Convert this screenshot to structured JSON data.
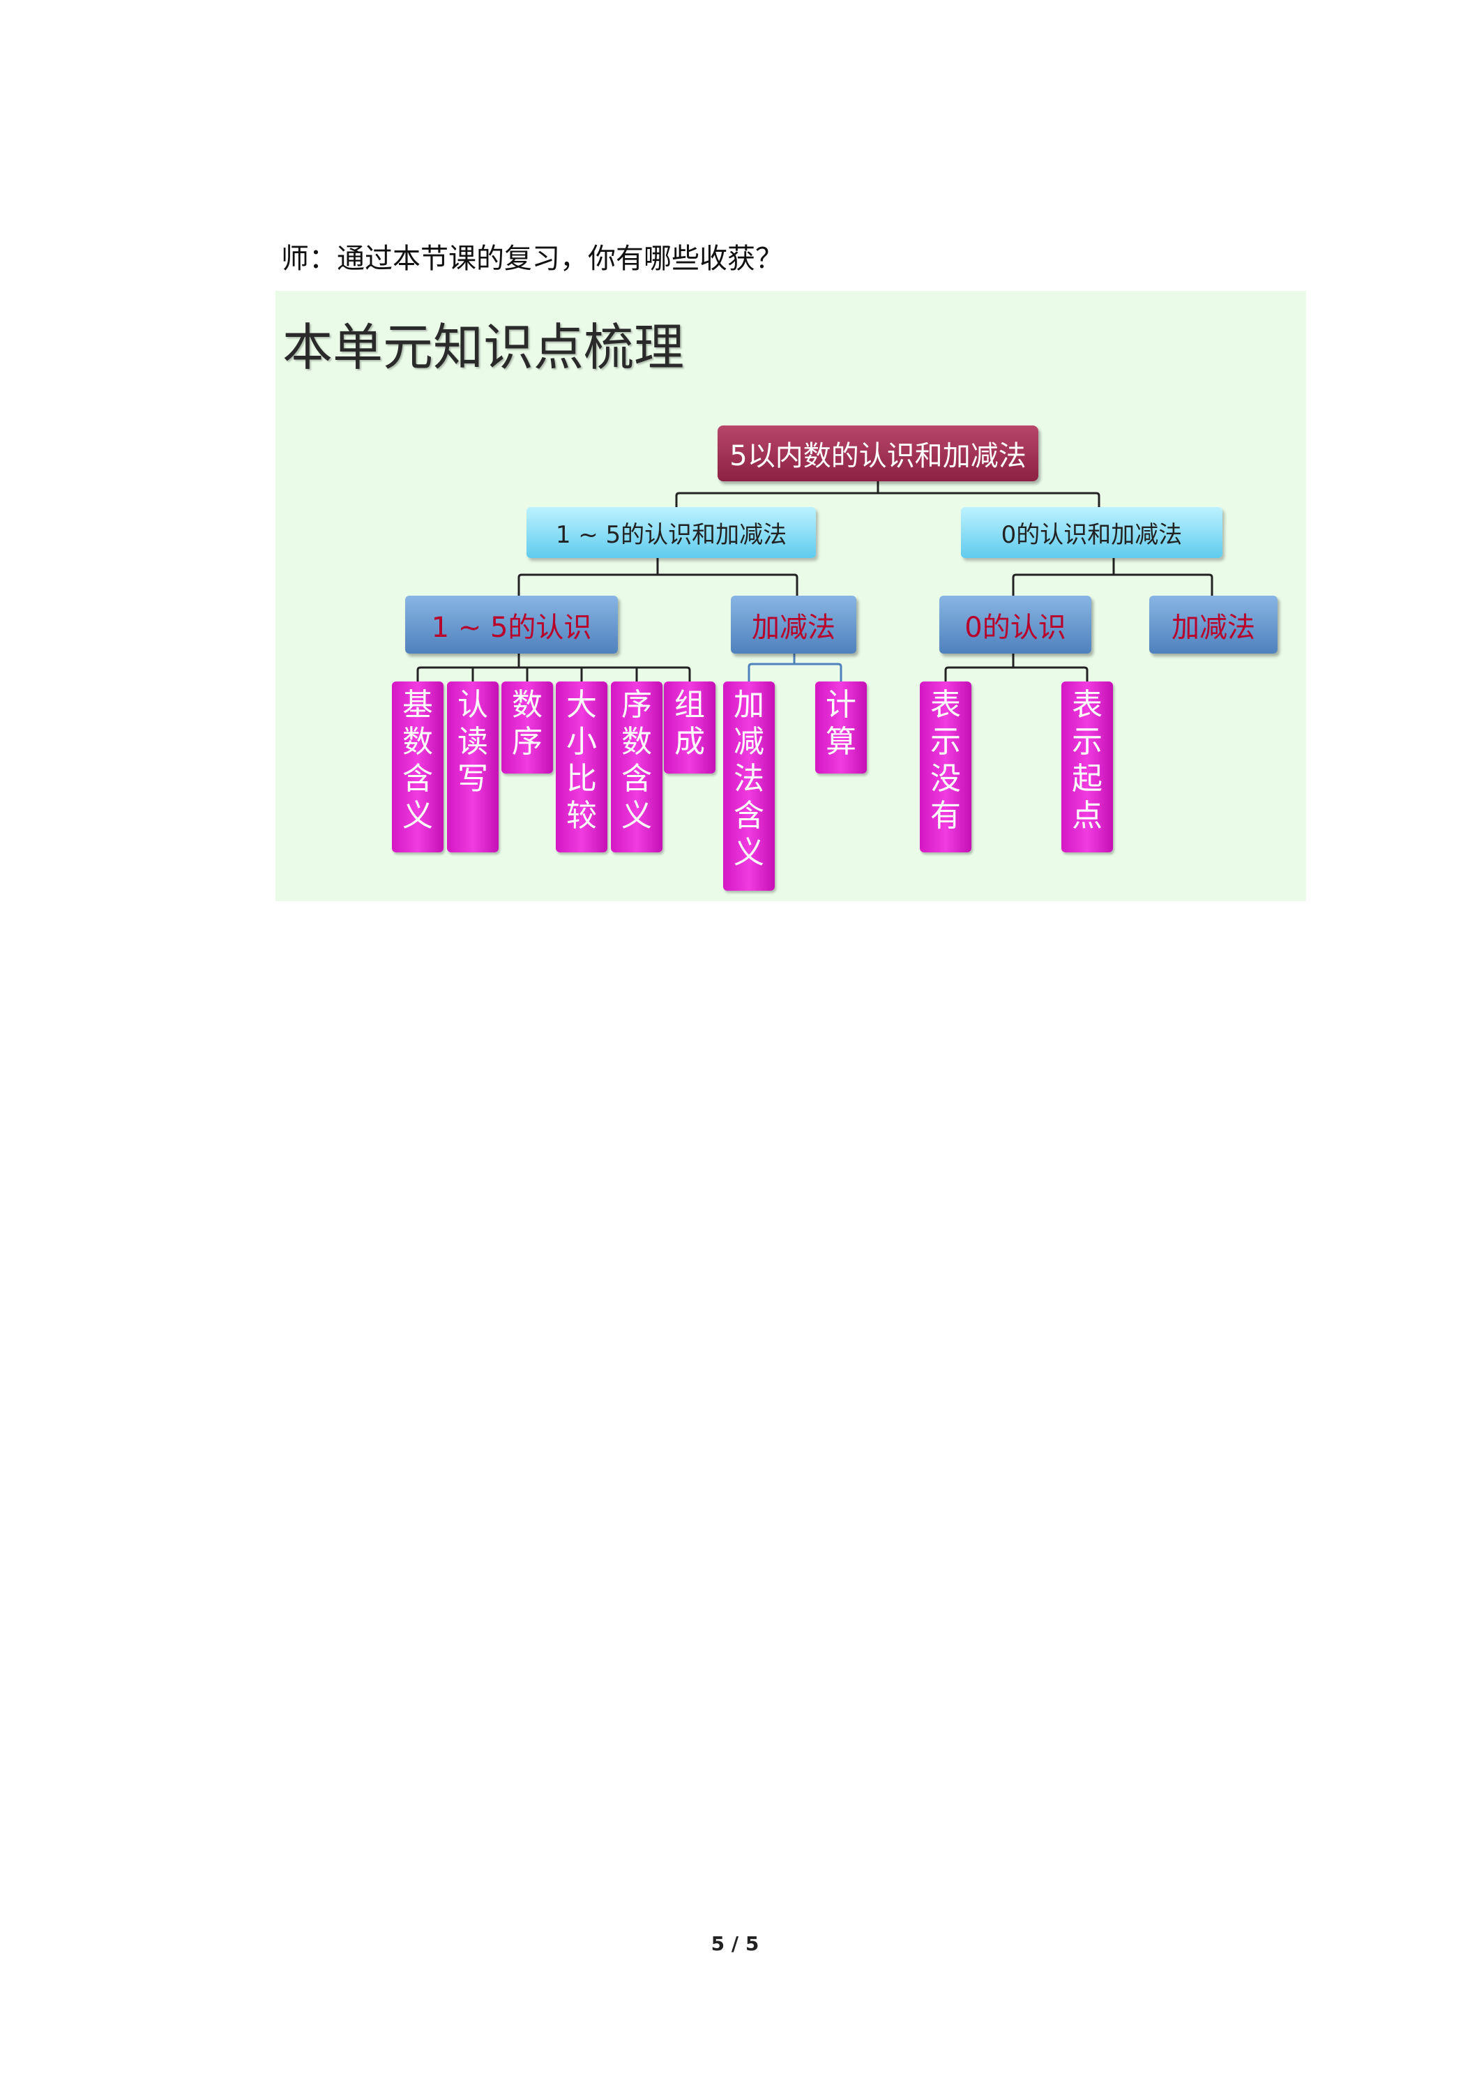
{
  "question": "师：通过本节课的复习，你有哪些收获？",
  "slide": {
    "title": "本单元知识点梳理",
    "root": "5以内数的认识和加减法",
    "branch_a": {
      "label": "1 ~ 5的认识和加减法",
      "sub1": {
        "label": "1 ~ 5的认识",
        "leaves": [
          "基数含义",
          "认读写",
          "数序",
          "大小比较",
          "序数含义",
          "组成"
        ]
      },
      "sub2": {
        "label": "加减法",
        "leaves": [
          "加减法含义",
          "计算"
        ]
      }
    },
    "branch_b": {
      "label": "0的认识和加减法",
      "sub1": {
        "label": "0的认识",
        "leaves": [
          "表示没有",
          "表示起点"
        ]
      },
      "sub2": {
        "label": "加减法"
      }
    }
  },
  "footer": {
    "page": "5 / 5"
  }
}
